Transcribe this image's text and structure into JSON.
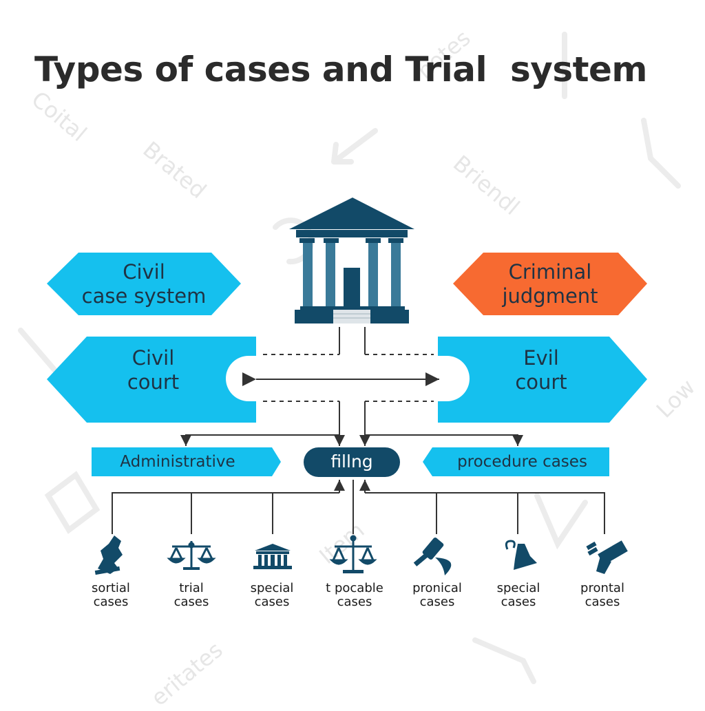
{
  "title": "Types of cases and Trial  system",
  "watermarks": [
    "Coital",
    "Brated",
    "hotes",
    "Briendl",
    "Low",
    "Item",
    "eritates"
  ],
  "nodes": {
    "civil_case_system": {
      "line1": "Civil",
      "line2": "case system"
    },
    "criminal_judgment": {
      "line1": "Criminal",
      "line2": "judgment"
    },
    "civil_court": {
      "line1": "Civil",
      "line2": "court"
    },
    "evil_court": {
      "line1": "Evil",
      "line2": "court"
    },
    "administrative": "Administrative",
    "filing": "fillng",
    "procedure_cases": "procedure cases"
  },
  "case_types": [
    {
      "line1": "sortial",
      "line2": "cases",
      "icon": "chess-piece-icon"
    },
    {
      "line1": "trial",
      "line2": "cases",
      "icon": "scales-icon"
    },
    {
      "line1": "special",
      "line2": "cases",
      "icon": "courthouse-icon"
    },
    {
      "line1": "t pocable",
      "line2": "cases",
      "icon": "scales-icon"
    },
    {
      "line1": "pronical",
      "line2": "cases",
      "icon": "gavel-icon"
    },
    {
      "line1": "special",
      "line2": "cases",
      "icon": "bell-icon"
    },
    {
      "line1": "prontal",
      "line2": "cases",
      "icon": "hammer-icon"
    }
  ],
  "colors": {
    "cyan": "#15c0ee",
    "orange": "#f76a31",
    "navy": "#124a68",
    "title": "#2b2b2b"
  }
}
